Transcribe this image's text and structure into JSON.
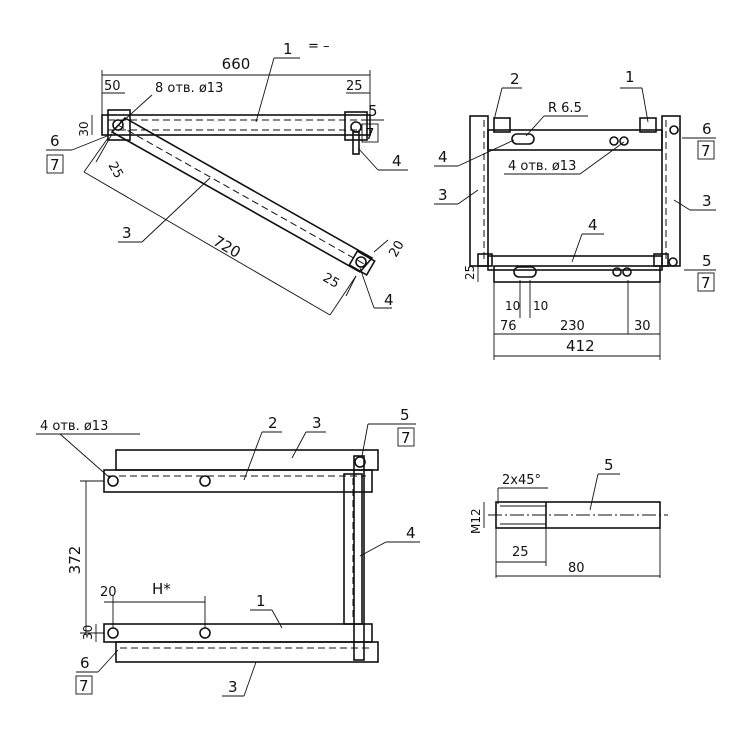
{
  "top_left_view": {
    "dim_length": "660",
    "dim_50": "50",
    "holes_note": "8 отв. ø13",
    "dim_25_right": "25",
    "dim_30": "30",
    "dim_25_diag": "25",
    "dim_720": "720",
    "dim_20": "20",
    "dim_25_lower": "25",
    "label_1": "1",
    "label_3": "3",
    "label_4": "4",
    "label_5": "5",
    "label_5_sub": "7",
    "label_6": "6",
    "label_6_sub": "7",
    "stray_marks": "= –"
  },
  "top_right_view": {
    "label_2": "2",
    "label_1": "1",
    "radius_note": "R 6.5",
    "label_4_left": "4",
    "holes_note": "4 отв. ø13",
    "label_6": "6",
    "label_6_sub": "7",
    "label_3_left": "3",
    "label_3_right": "3",
    "label_4_bottom": "4",
    "label_5": "5",
    "label_5_sub": "7",
    "dim_25": "25",
    "dim_10a": "10",
    "dim_10b": "10",
    "dim_76": "76",
    "dim_230": "230",
    "dim_30": "30",
    "dim_412": "412"
  },
  "bottom_left_view": {
    "holes_note": "4 отв. ø13",
    "label_2": "2",
    "label_3_top": "3",
    "label_5": "5",
    "label_5_sub": "7",
    "label_4": "4",
    "dim_372": "372",
    "dim_20": "20",
    "dim_h": "H*",
    "label_1": "1",
    "dim_30": "30",
    "label_6": "6",
    "label_6_sub": "7",
    "label_3_bottom": "3"
  },
  "detail_view": {
    "chamfer_note": "2x45°",
    "label_5": "5",
    "thread_note": "M12",
    "dim_25": "25",
    "dim_80": "80"
  }
}
